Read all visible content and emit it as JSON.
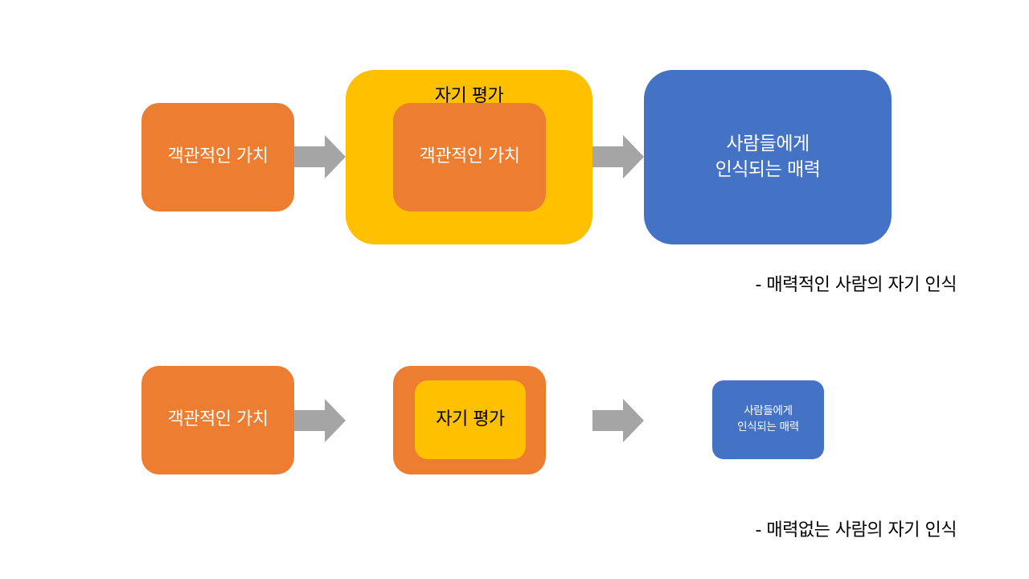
{
  "colors": {
    "objective_box": "#ED7D31",
    "self_eval_box": "#FFC000",
    "perceived_box": "#4472C4",
    "arrow": "#A5A5A5"
  },
  "top_row": {
    "objective_value": "객관적인 가치",
    "self_evaluation_label": "자기 평가",
    "inner_objective_value": "객관적인 가치",
    "perceived_charm": "사람들에게\n인식되는 매력",
    "caption": "- 매력적인 사람의 자기 인식"
  },
  "bottom_row": {
    "objective_value": "객관적인 가치",
    "inner_self_evaluation": "자기 평가",
    "perceived_charm": "사람들에게\n인식되는 매력",
    "caption": "- 매력없는 사람의 자기 인식"
  }
}
